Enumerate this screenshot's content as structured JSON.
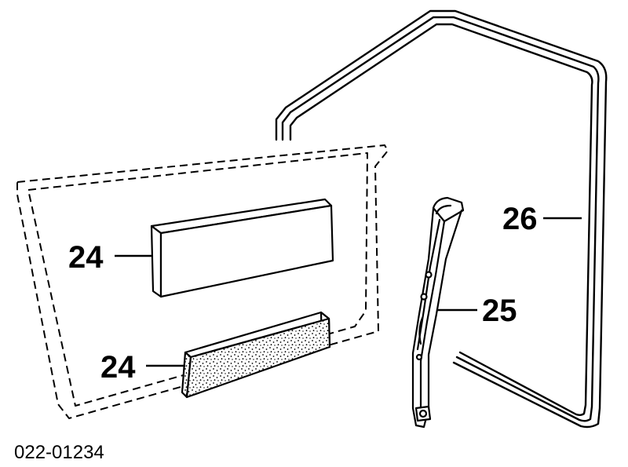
{
  "diagram": {
    "callouts": {
      "panel_top": "24",
      "panel_bottom": "24",
      "regulator": "25",
      "weatherstrip": "26"
    },
    "reference_code": "022-01234"
  }
}
